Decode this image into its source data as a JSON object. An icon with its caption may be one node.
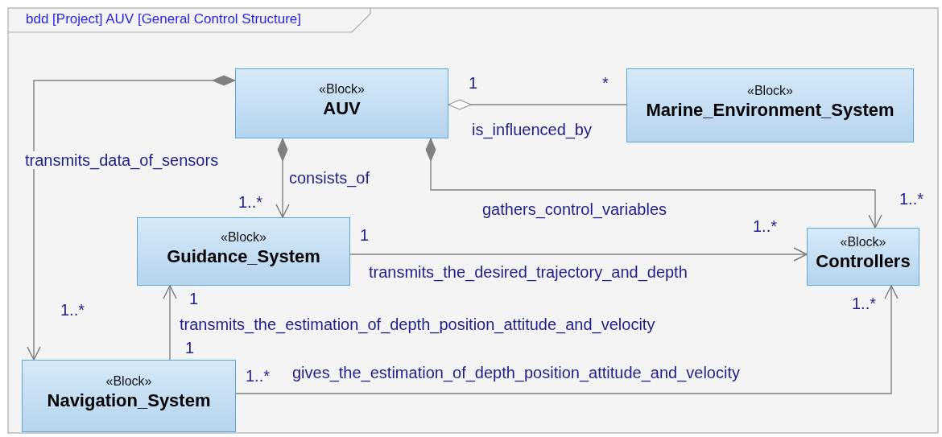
{
  "diagram": {
    "title": "bdd [Project] AUV [General Control Structure]",
    "nodes": [
      {
        "text": [
          "«Block»",
          "AUV"
        ]
      },
      {
        "text": [
          "«Block»",
          "Marine_Environment_System"
        ]
      },
      {
        "text": [
          "«Block»",
          "Guidance_System"
        ]
      },
      {
        "text": [
          "«Block»",
          "Controllers"
        ]
      },
      {
        "text": [
          "«Block»",
          "Navigation_System"
        ]
      }
    ],
    "edges": [
      {
        "from": 0,
        "to": 4,
        "arrow": "to",
        "label": "transmits_data_of_sensors"
      },
      {
        "from": 0,
        "to": 1,
        "arrow": "other",
        "label": "is_influenced_by"
      },
      {
        "from": 0,
        "to": 2,
        "arrow": "to",
        "label": "consists_of"
      },
      {
        "from": 0,
        "to": 3,
        "arrow": "to",
        "label": "gathers_control_variables"
      },
      {
        "from": 2,
        "to": 3,
        "arrow": "to",
        "label": "transmits_the_desired_trajectory_and_depth"
      },
      {
        "from": 4,
        "to": 2,
        "arrow": "to",
        "label": "transmits_the_estimation_of_depth_position_attitude_and_velocity"
      },
      {
        "from": 4,
        "to": 3,
        "arrow": "to",
        "label": "gives_the_estimation_of_depth_position_attitude_and_velocity"
      }
    ],
    "labels": [
      "1",
      "*",
      "1..*",
      "1..*",
      "1",
      "1..*",
      "1..*",
      "1",
      "1..*",
      "1",
      "1..*"
    ]
  }
}
